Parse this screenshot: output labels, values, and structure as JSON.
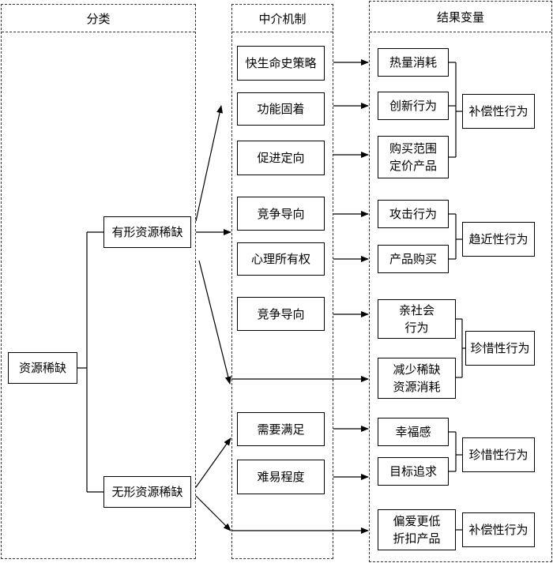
{
  "columns": {
    "category": "分类",
    "mechanism": "中介机制",
    "outcome": "结果变量"
  },
  "categories": {
    "root": "资源稀缺",
    "tangible": "有形资源稀缺",
    "intangible": "无形资源稀缺"
  },
  "mechanisms": [
    "快生命史策略",
    "功能固着",
    "促进定向",
    "竞争导向",
    "心理所有权",
    "竞争导向",
    "需要满足",
    "难易程度"
  ],
  "outcomes": [
    "热量消耗",
    "创新行为",
    "购买范围\n定价产品",
    "攻击行为",
    "产品购买",
    "亲社会\n行为",
    "减少稀缺\n资源消耗",
    "幸福感",
    "目标追求",
    "偏爱更低\n折扣产品"
  ],
  "groups": [
    "补偿性行为",
    "趋近性行为",
    "珍惜性行为",
    "珍惜性行为",
    "补偿性行为"
  ]
}
